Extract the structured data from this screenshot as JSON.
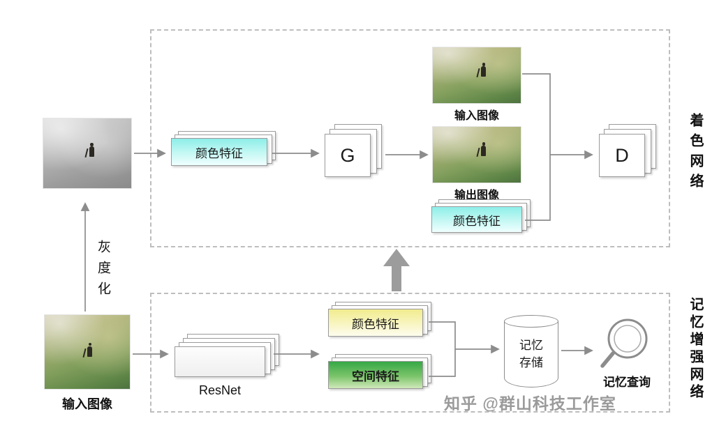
{
  "left": {
    "input_image_label": "输入图像",
    "grayscale_label": "灰度化"
  },
  "colorization": {
    "side_label": "着色网络",
    "color_feature": "颜色特征",
    "generator": "G",
    "top_image_label": "输入图像",
    "output_image_label": "输出图像",
    "color_feature_right": "颜色特征",
    "discriminator": "D"
  },
  "memory": {
    "side_label": "记忆增强网络",
    "resnet": "ResNet",
    "color_feature": "颜色特征",
    "spatial_feature": "空间特征",
    "memory_store": "记忆存储",
    "memory_query": "记忆查询"
  },
  "watermark": "知乎 @群山科技工作室",
  "colors": {
    "cyan_feature": "#8deee8",
    "yellow_feature": "#f1ec8e",
    "green_feature": "#35a845",
    "connector_line": "#8c8c8c",
    "dashed_border": "#bdbdbd",
    "watermark_gray": "#9a9a9a"
  }
}
